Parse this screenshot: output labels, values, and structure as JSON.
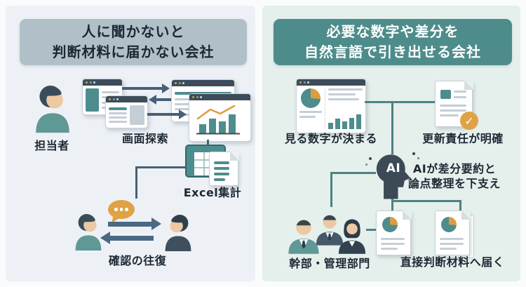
{
  "left": {
    "title_line1": "人に聞かないと",
    "title_line2": "判断材料に届かない会社",
    "person_label": "担当者",
    "screens_label": "画面探索",
    "excel_label": "Excel集計",
    "confirm_label": "確認の往復"
  },
  "right": {
    "title_line1": "必要な数字や差分を",
    "title_line2": "自然言語で引き出せる会社",
    "dashboard_label": "見る数字が決まる",
    "update_label": "更新責任が明確",
    "ai_badge": "AI",
    "ai_caption_line1": "AIが差分要約と",
    "ai_caption_line2": "論点整理を下支え",
    "management_label": "幹部・管理部門",
    "direct_label": "直接判断材料へ届く",
    "check_glyph": "✓"
  },
  "colors": {
    "left_panel_bg": "#edf1f6",
    "right_panel_bg": "#e5efec",
    "left_header_bg": "#b1bfc9",
    "right_header_bg": "#4e8c8b",
    "accent_teal": "#4e8d8d",
    "accent_orange": "#dd9c40",
    "window_titlebar": "#3d4c5a",
    "connector_left": "#4a6073",
    "connector_right": "#4d8280",
    "arrow_slate": "#46607a",
    "text_dark": "#1e2833"
  },
  "icons": [
    "person-icon",
    "browser-window-icon",
    "chart-window-icon",
    "spreadsheet-icon",
    "document-icon",
    "speech-bubble-icon",
    "dashboard-icon",
    "check-document-icon",
    "ai-head-icon",
    "people-group-icon",
    "pie-document-icon"
  ]
}
